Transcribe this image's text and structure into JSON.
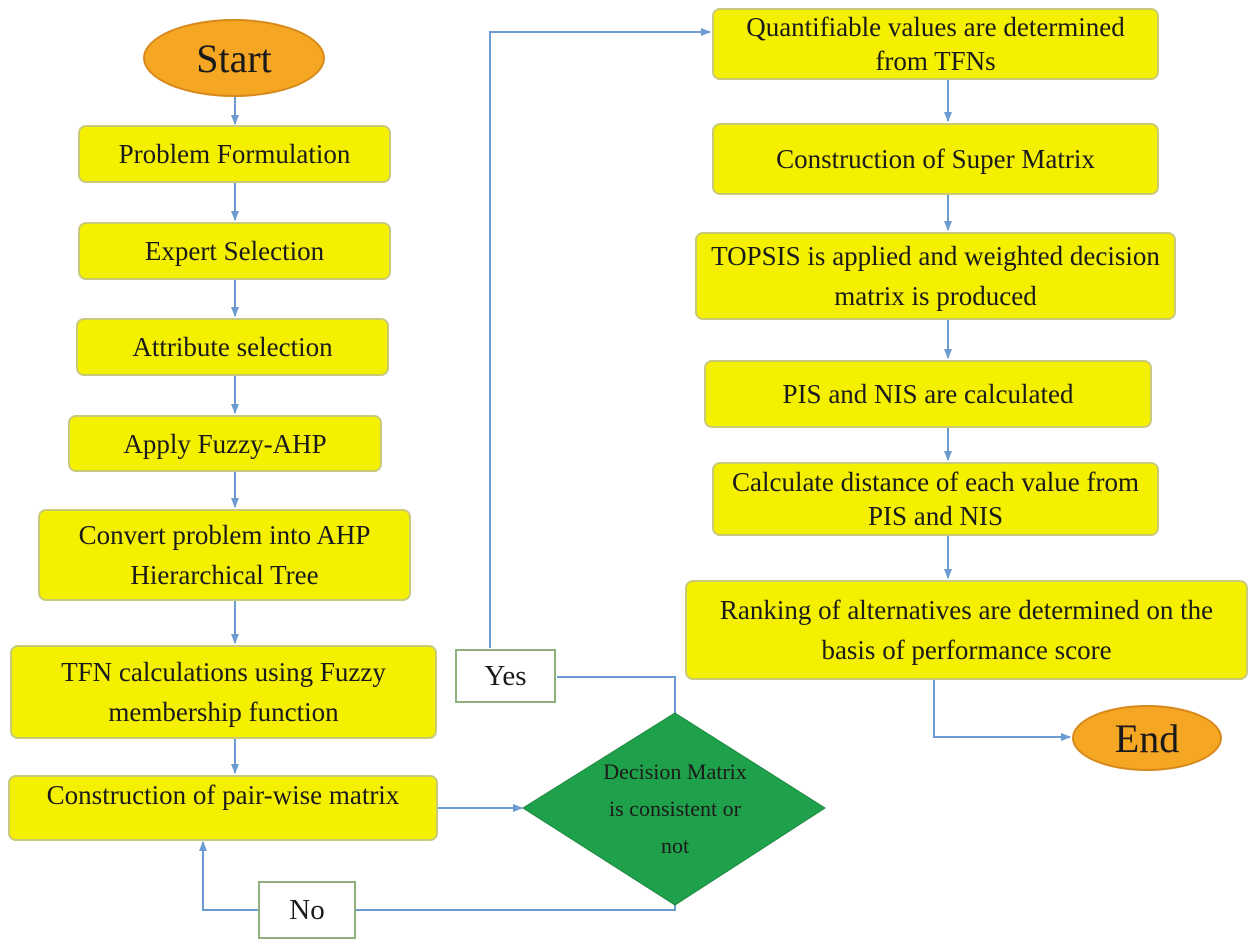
{
  "nodes": {
    "start": "Start",
    "problem_formulation": "Problem Formulation",
    "expert_selection": "Expert Selection",
    "attribute_selection": "Attribute selection",
    "apply_fuzzy_ahp": "Apply Fuzzy-AHP",
    "convert_problem": "Convert problem into AHP Hierarchical Tree",
    "tfn_calculations": "TFN calculations using Fuzzy membership function",
    "pairwise_matrix": "Construction of pair-wise matrix",
    "decision": "Decision Matrix is consistent or not",
    "quantifiable_values": "Quantifiable values are determined from TFNs",
    "super_matrix": "Construction of Super Matrix",
    "topsis": "TOPSIS is applied and weighted decision matrix is produced",
    "pis_nis": "PIS and NIS are calculated",
    "distance": "Calculate distance of each value from PIS and NIS",
    "ranking": "Ranking of alternatives are determined on the basis of performance score",
    "end": "End"
  },
  "labels": {
    "yes": "Yes",
    "no": "No"
  },
  "colors": {
    "process_fill": "#f4f000",
    "terminal_fill": "#f5a623",
    "decision_fill": "#1fa04a",
    "connector": "#6b9bd1"
  }
}
